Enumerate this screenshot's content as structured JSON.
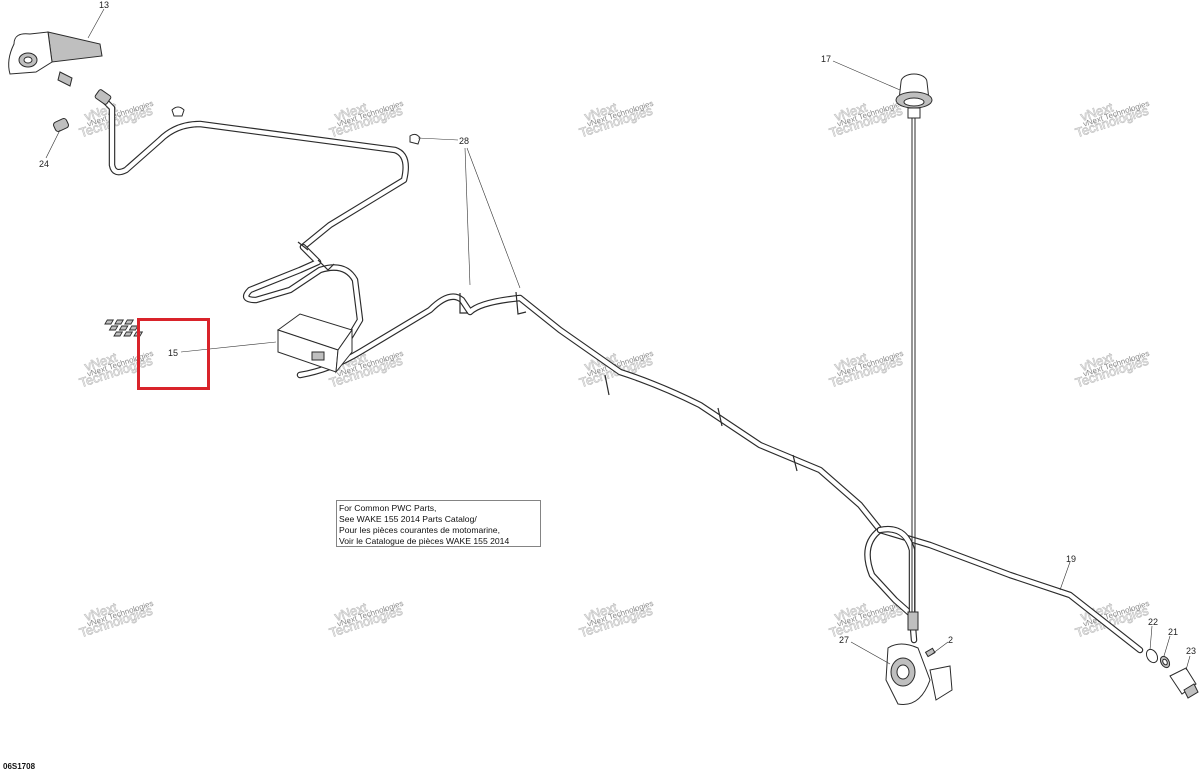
{
  "callouts": [
    {
      "id": "13",
      "text": "13"
    },
    {
      "id": "24",
      "text": "24"
    },
    {
      "id": "28",
      "text": "28"
    },
    {
      "id": "15",
      "text": "15"
    },
    {
      "id": "17",
      "text": "17"
    },
    {
      "id": "19",
      "text": "19"
    },
    {
      "id": "27",
      "text": "27"
    },
    {
      "id": "2",
      "text": "2"
    },
    {
      "id": "22",
      "text": "22"
    },
    {
      "id": "21",
      "text": "21"
    },
    {
      "id": "23",
      "text": "23"
    }
  ],
  "note": {
    "lines": [
      "For Common PWC Parts,",
      "See WAKE 155 2014 Parts Catalog/",
      "Pour les pièces courantes de motomarine,",
      "Voir le Catalogue de pièces WAKE 155 2014"
    ]
  },
  "watermark": {
    "line1": "vNext",
    "line2": "Technologies",
    "small": "vNext Technologies"
  },
  "drawing_code": "06S1708",
  "highlight": {
    "target": "15",
    "color": "#d9232a"
  },
  "colors": {
    "line": "#2b2b2b",
    "highlight": "#d9232a",
    "background": "#ffffff"
  }
}
